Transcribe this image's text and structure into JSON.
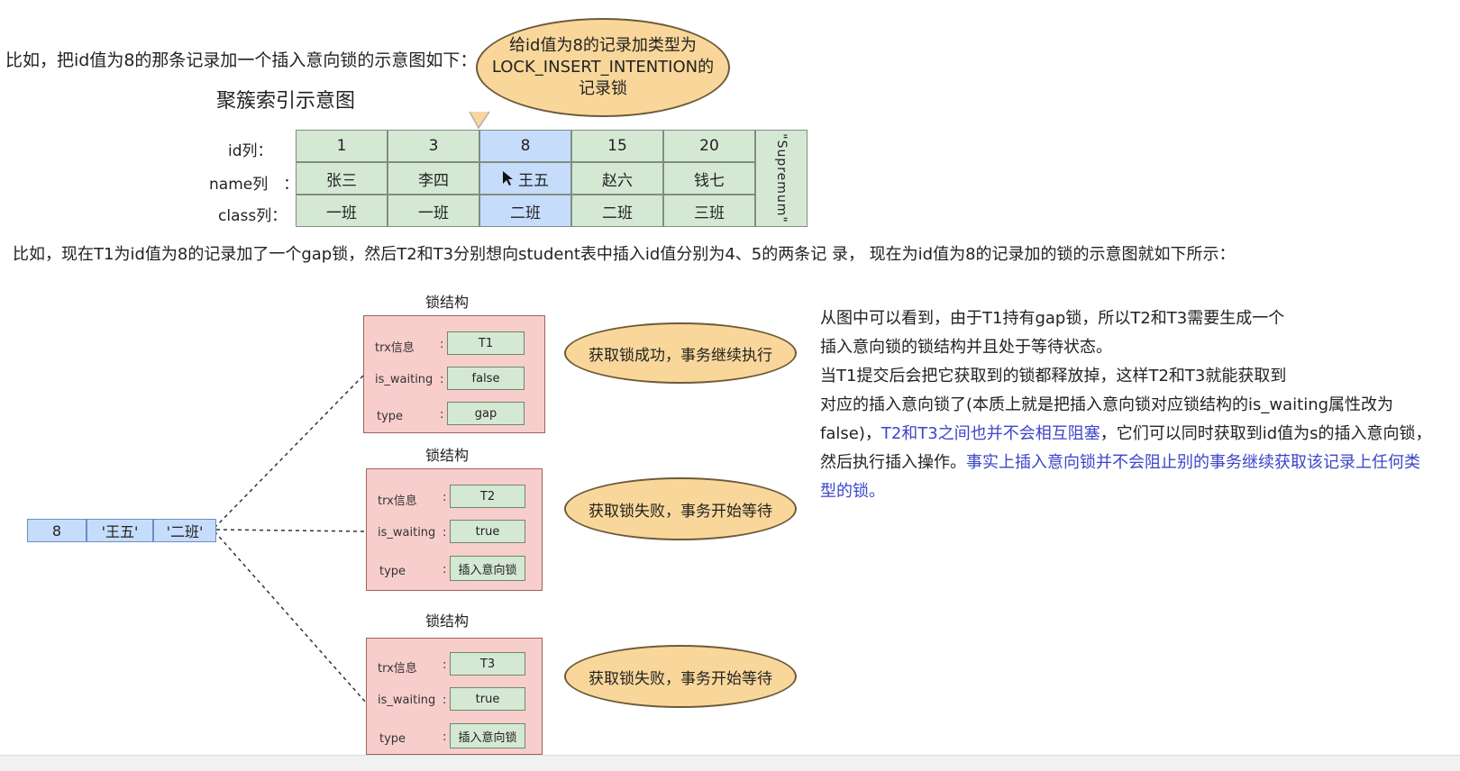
{
  "intro_line_1": "比如，把id值为8的那条记录加一个插入意向锁的示意图如下：",
  "bubble_top": [
    "给id值为8的记录加类型为",
    "LOCK_INSERT_INTENTION的",
    "记录锁"
  ],
  "index_title": "聚簇索引示意图",
  "row_labels": {
    "id": "id列：",
    "name": "name列　：",
    "class": "class列："
  },
  "records": [
    {
      "id": "1",
      "name": "张三",
      "class": "一班"
    },
    {
      "id": "3",
      "name": "李四",
      "class": "一班"
    },
    {
      "id": "8",
      "name": "王五",
      "class": "二班"
    },
    {
      "id": "15",
      "name": "赵六",
      "class": "二班"
    },
    {
      "id": "20",
      "name": "钱七",
      "class": "三班"
    }
  ],
  "supremum": "\"Supremum\"",
  "intro_line_2": "比如，现在T1为id值为8的记录加了一个gap锁，然后T2和T3分别想向student表中插入id值分别为4、5的两条记 录， 现在为id值为8的记录加的锁的示意图就如下所示：",
  "lock_structs": [
    {
      "title": "锁结构",
      "trx_label": "trx信息",
      "trx": "T1",
      "waiting_label": "is_waiting",
      "waiting": "false",
      "type_label": "type",
      "type": "gap",
      "bubble": "获取锁成功，事务继续执行"
    },
    {
      "title": "锁结构",
      "trx_label": "trx信息",
      "trx": "T2",
      "waiting_label": "is_waiting",
      "waiting": "true",
      "type_label": "type",
      "type": "插入意向锁",
      "bubble": "获取锁失败，事务开始等待"
    },
    {
      "title": "锁结构",
      "trx_label": "trx信息",
      "trx": "T3",
      "waiting_label": "is_waiting",
      "waiting": "true",
      "type_label": "type",
      "type": "插入意向锁",
      "bubble": "获取锁失败，事务开始等待"
    }
  ],
  "colon": ":",
  "record": [
    "8",
    "'王五'",
    "'二班'"
  ],
  "notes": {
    "line1": "从图中可以看到，由于T1持有gap锁，所以T2和T3需要生成一个",
    "line2": "插入意向锁的锁结构并且处于等待状态。",
    "line3": "当T1提交后会把它获取到的锁都释放掉，这样T2和T3就能获取到",
    "line4": "对应的插入意向锁了(本质上就是把插入意向锁对应锁结构的is_waiting属性改为",
    "line5_a": "false)，",
    "line5_b": "T2和T3之间也并不会相互阻塞",
    "line5_c": "，它们可以同时获取到id值为s的插入意向锁，",
    "line6_a": "然后执行插入操作。",
    "line6_b": "事实上插入意向锁并不会阻止别的事务继续获取该记录上任何类",
    "line7": "型的锁。"
  },
  "colors": {
    "green": "#d5e8d4",
    "blue": "#c6dcfb",
    "pink": "#f8cecc",
    "bubble": "#f9d79a",
    "link_blue": "#3b45c9"
  }
}
